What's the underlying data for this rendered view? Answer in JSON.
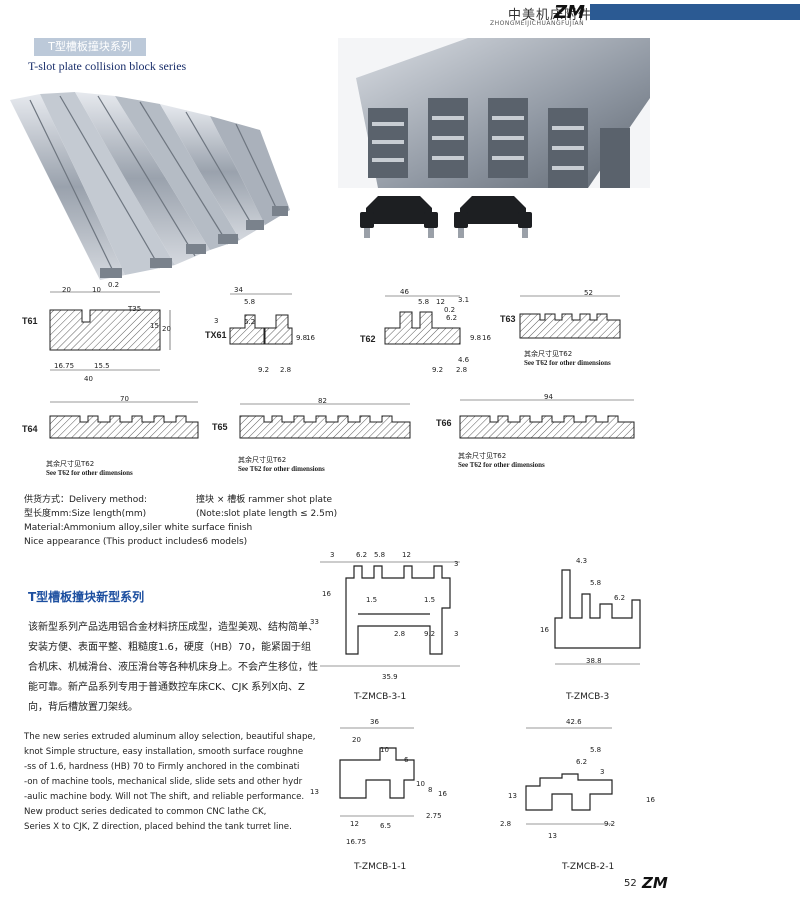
{
  "header": {
    "company_cn": "中美机床附件",
    "company_en": "ZHONGMEIJICHUANGFUJIAN",
    "logo": "ZM"
  },
  "section": {
    "tag_cn": "T型槽板撞块系列",
    "title_en": "T-slot plate collision block series"
  },
  "profiles": [
    {
      "id": "T61",
      "dims": [
        "20",
        "10",
        "0.2",
        "T35",
        "15",
        "20",
        "16.75",
        "15.5",
        "40"
      ]
    },
    {
      "id": "TX61",
      "dims": [
        "34",
        "5.8",
        "3",
        "6.2",
        "9.8",
        "16",
        "9.2",
        "2.8"
      ]
    },
    {
      "id": "T62",
      "dims": [
        "46",
        "5.8",
        "12",
        "3.1",
        "0.2",
        "6.2",
        "9.8",
        "16",
        "4.6",
        "9.2",
        "2.8"
      ]
    },
    {
      "id": "T63",
      "dims": [
        "52"
      ],
      "note_cn": "其余尺寸见T62",
      "note_en": "See T62 for other dimensions"
    },
    {
      "id": "T64",
      "dims": [
        "70"
      ],
      "note_cn": "其余尺寸见T62",
      "note_en": "See T62 for other dimensions"
    },
    {
      "id": "T65",
      "dims": [
        "82"
      ],
      "note_cn": "其余尺寸见T62",
      "note_en": "See T62 for other dimensions"
    },
    {
      "id": "T66",
      "dims": [
        "94"
      ],
      "note_cn": "其余尺寸见T62",
      "note_en": "See T62 for other dimensions"
    }
  ],
  "specs": {
    "line1_a": "供货方式：Delivery method:",
    "line1_b": "撞块 × 槽板 rammer shot plate",
    "line2_a": "型长度mm:Size length(mm)",
    "line2_b": "(Note:slot plate length ≤ 2.5m)",
    "line3": "Material:Ammonium alloy,siler white surface finish",
    "line4": "Nice appearance (This product includes6 models)"
  },
  "new_series": {
    "title_cn": "T型槽板撞块新型系列",
    "para_cn": "该新型系列产品选用铝合金材料挤压成型，造型美观、结构简单、安装方便、表面平整、粗糙度1.6，硬度（HB）70，能紧固于组合机床、机械滑台、液压滑台等各种机床身上。不会产生移位，性能可靠。新产品系列专用于普通数控车床CK、CJK 系列X向、Z向，背后槽放置刀架线。",
    "para_en": [
      "The new series extruded aluminum alloy selection, beautiful shape,",
      "knot Simple structure, easy installation, smooth surface roughne",
      "-ss of 1.6, hardness (HB) 70 to Firmly anchored in the combinati",
      "-on of machine tools, mechanical slide, slide sets and other hydr",
      "-aulic machine body. Will not The shift, and reliable performance.",
      "New product series dedicated to common CNC lathe CK,",
      "Series X to CJK, Z direction, placed behind the tank turret line."
    ]
  },
  "models": [
    {
      "caption": "T-ZMCB-3-1",
      "dims": [
        "3",
        "6.2",
        "5.8",
        "12",
        "3",
        "16",
        "1.5",
        "1.5",
        "33",
        "2.8",
        "9.2",
        "3",
        "35.9"
      ]
    },
    {
      "caption": "T-ZMCB-3",
      "dims": [
        "4.3",
        "5.8",
        "6.2",
        "16",
        "38.8"
      ]
    },
    {
      "caption": "T-ZMCB-1-1",
      "dims": [
        "36",
        "20",
        "10",
        "6",
        "13",
        "10",
        "8",
        "16",
        "12",
        "6.5",
        "2.75",
        "16.75"
      ]
    },
    {
      "caption": "T-ZMCB-2-1",
      "dims": [
        "42.6",
        "5.8",
        "6.2",
        "13",
        "3",
        "16",
        "2.8",
        "9.2",
        "13"
      ]
    }
  ],
  "footer": {
    "page": "52",
    "logo": "ZM"
  },
  "colors": {
    "accent": "#2b5a93",
    "title_blue": "#1d4fa0",
    "tag_bg": "#bcc9d9",
    "metal": "#b8bec6"
  }
}
